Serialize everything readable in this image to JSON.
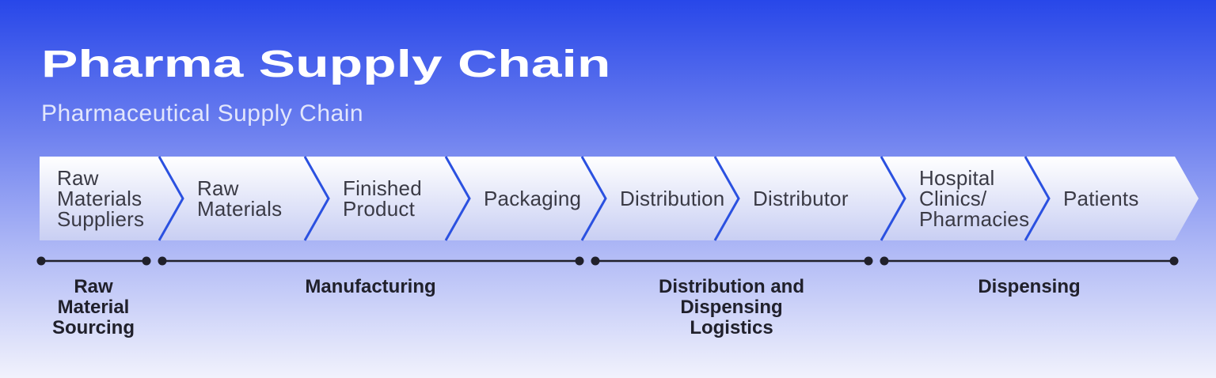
{
  "header": {
    "title": "Pharma Supply Chain",
    "subtitle": "Pharmaceutical Supply Chain"
  },
  "flow": {
    "stages": [
      {
        "label": "Raw\nMaterials\nSuppliers"
      },
      {
        "label": "Raw\nMaterials"
      },
      {
        "label": "Finished\nProduct"
      },
      {
        "label": "Packaging"
      },
      {
        "label": "Distribution"
      },
      {
        "label": "Distributor"
      },
      {
        "label": "Hospital\nClinics/\nPharmacies"
      },
      {
        "label": "Patients"
      }
    ]
  },
  "phases": [
    {
      "label": "Raw\nMaterial\nSourcing"
    },
    {
      "label": "Manufacturing"
    },
    {
      "label": "Distribution and\nDispensing\nLogistics"
    },
    {
      "label": "Dispensing"
    }
  ],
  "colors": {
    "background_top": "#2847e9",
    "background_bottom": "#f1f2fc",
    "band_top": "#ffffff",
    "band_bottom": "#c9cff3",
    "chevron_stroke": "#2b51e0",
    "bracket": "#20202b",
    "stage_text": "#3a3a45",
    "title_text": "#ffffff",
    "subtitle_text": "#e2e6fc"
  }
}
